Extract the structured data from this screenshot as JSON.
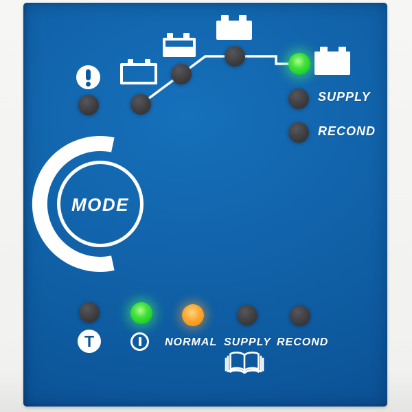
{
  "device": "battery-charger-front-panel",
  "colors": {
    "panel_blue": "#0f5ea6",
    "icon_white": "#ffffff",
    "led_off": "#3b3b3e",
    "led_green": "#2ed234",
    "led_orange": "#f7941d"
  },
  "mode_button": {
    "label": "MODE"
  },
  "top_indicator": {
    "warning_icon": "exclamation",
    "batteries": [
      {
        "level": "empty"
      },
      {
        "level": "half"
      },
      {
        "level": "full"
      },
      {
        "level": "charged"
      }
    ],
    "step_leds": [
      {
        "name": "warning",
        "state": "off"
      },
      {
        "name": "step-1",
        "state": "off"
      },
      {
        "name": "step-2",
        "state": "off"
      },
      {
        "name": "step-3",
        "state": "off"
      },
      {
        "name": "charged",
        "state": "green"
      }
    ],
    "side_rows": [
      {
        "label": "SUPPLY",
        "led": "off"
      },
      {
        "label": "RECOND",
        "led": "off"
      }
    ]
  },
  "bottom_indicator": {
    "leds": [
      {
        "name": "temperature",
        "state": "off",
        "icon_letter": "T"
      },
      {
        "name": "power",
        "state": "green"
      },
      {
        "name": "normal",
        "state": "orange",
        "label": "NORMAL"
      },
      {
        "name": "supply",
        "state": "off",
        "label": "SUPPLY"
      },
      {
        "name": "recond",
        "state": "off",
        "label": "RECOND"
      }
    ],
    "manual_icon": "open-book"
  }
}
